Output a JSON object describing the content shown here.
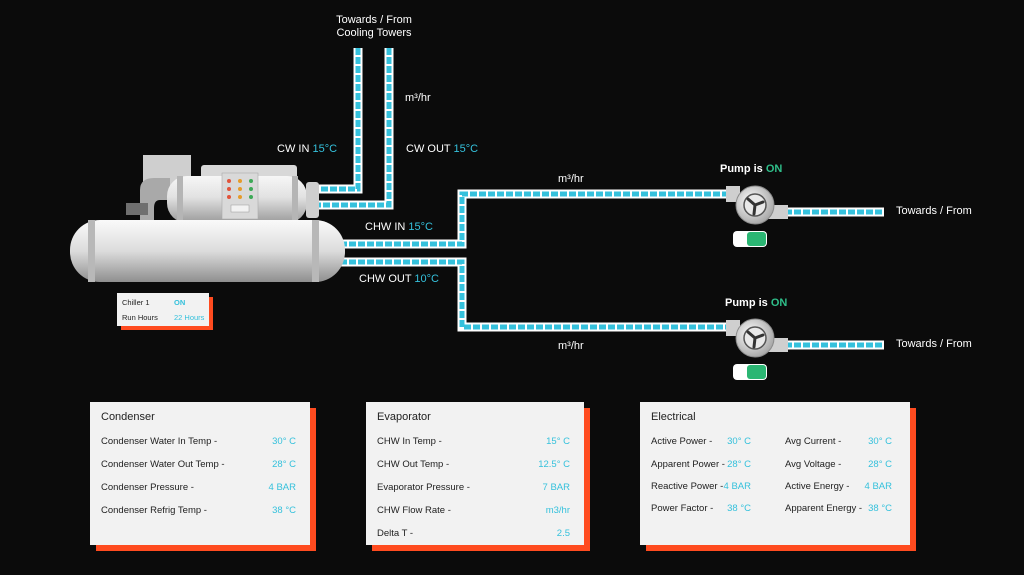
{
  "cooling_towers_label_line1": "Towards / From",
  "cooling_towers_label_line2": "Cooling Towers",
  "cw_flow_unit": "m³/hr",
  "cw_in": {
    "label": "CW IN",
    "value": "15°C"
  },
  "cw_out": {
    "label": "CW OUT",
    "value": "15°C"
  },
  "chw_in": {
    "label": "CHW IN",
    "value": "15°C"
  },
  "chw_out": {
    "label": "CHW OUT",
    "value": "10°C"
  },
  "chiller": {
    "name": "Chiller 1",
    "state": "ON",
    "run_hours_label": "Run Hours",
    "run_hours_value": "22 Hours"
  },
  "pump1": {
    "label": "Pump is",
    "state": "ON",
    "flow_unit": "m³/hr",
    "towards": "Towards / From",
    "toggle_on": true
  },
  "pump2": {
    "label": "Pump is",
    "state": "ON",
    "flow_unit": "m³/hr",
    "towards": "Towards / From",
    "toggle_on": true
  },
  "condenser": {
    "title": "Condenser",
    "rows": [
      {
        "label": "Condenser Water In Temp -",
        "value": "30° C"
      },
      {
        "label": "Condenser Water Out Temp -",
        "value": "28° C"
      },
      {
        "label": "Condenser Pressure -",
        "value": "4 BAR"
      },
      {
        "label": "Condenser Refrig Temp -",
        "value": "38 °C"
      }
    ]
  },
  "evaporator": {
    "title": "Evaporator",
    "rows": [
      {
        "label": "CHW In Temp -",
        "value": "15° C"
      },
      {
        "label": "CHW Out Temp -",
        "value": "12.5° C"
      },
      {
        "label": "Evaporator Pressure -",
        "value": "7 BAR"
      },
      {
        "label": "CHW Flow Rate -",
        "value": "m3/hr"
      },
      {
        "label": "Delta T -",
        "value": "2.5"
      }
    ]
  },
  "electrical": {
    "title": "Electrical",
    "left": [
      {
        "label": "Active Power -",
        "value": "30° C"
      },
      {
        "label": "Apparent Power -",
        "value": "28° C"
      },
      {
        "label": "Reactive Power -",
        "value": "4 BAR"
      },
      {
        "label": "Power Factor -",
        "value": "38 °C"
      }
    ],
    "right": [
      {
        "label": "Avg Current -",
        "value": "30° C"
      },
      {
        "label": "Avg Voltage -",
        "value": "28° C"
      },
      {
        "label": "Active Energy -",
        "value": "4 BAR"
      },
      {
        "label": "Apparent Energy -",
        "value": "38 °C"
      }
    ]
  },
  "colors": {
    "accent": "#35c1dc",
    "shadow": "#ff4b1f",
    "pump_on": "#2bb673",
    "background": "#0b0b0b"
  }
}
